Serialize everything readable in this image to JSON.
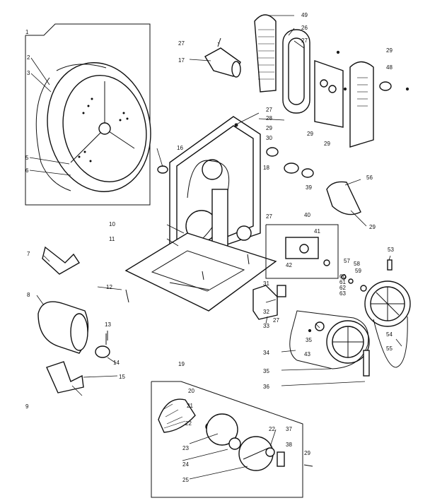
{
  "callouts": {
    "c1": "1",
    "c2": "2",
    "c3": "3",
    "c5": "5",
    "c6": "6",
    "c7": "7",
    "c8": "8",
    "c9": "9",
    "c10": "10",
    "c11": "11",
    "c12": "12",
    "c13": "13",
    "c14": "14",
    "c15": "15",
    "c16": "16",
    "c17": "17",
    "c18": "18",
    "c19": "19",
    "c20": "20",
    "c21": "21",
    "c22a": "22",
    "c22b": "22",
    "c23": "23",
    "c24": "24",
    "c25": "25",
    "c26": "26",
    "c27a": "27",
    "c27b": "27",
    "c27c": "27",
    "c27d": "27",
    "c27e": "27",
    "c28": "28",
    "c29a": "29",
    "c29b": "29",
    "c29c": "29",
    "c29d": "29",
    "c29e": "29",
    "c29f": "29",
    "c30": "30",
    "c31": "31",
    "c32": "32",
    "c33": "33",
    "c34": "34",
    "c35a": "35",
    "c35b": "35",
    "c36": "36",
    "c37": "37",
    "c38": "38",
    "c39": "39",
    "c40": "40",
    "c41": "41",
    "c42": "42",
    "c43": "43",
    "c48": "48",
    "c49": "49",
    "c53": "53",
    "c54": "54",
    "c55": "55",
    "c56": "56",
    "c57": "57",
    "c58": "58",
    "c59": "59",
    "c60": "60",
    "c61": "61",
    "c62": "62",
    "c63": "63"
  }
}
